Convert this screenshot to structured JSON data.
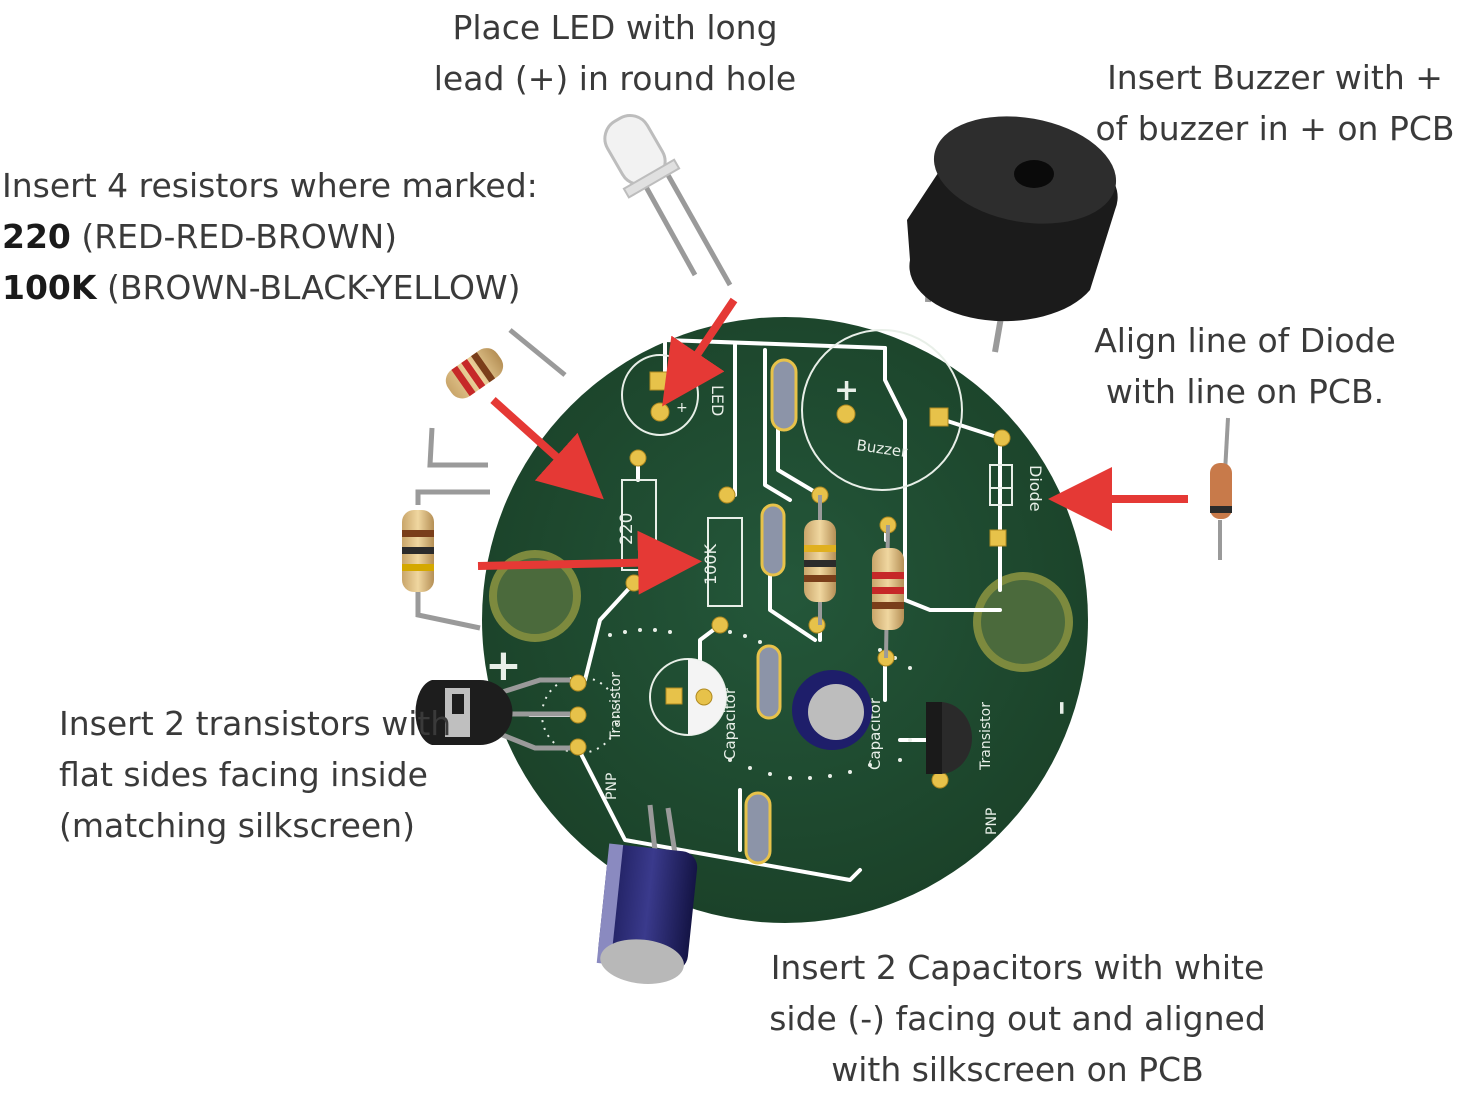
{
  "notes": {
    "led": [
      "Place LED with long",
      "lead (+) in round hole"
    ],
    "buzzer": [
      "Insert Buzzer with +",
      "of buzzer in + on PCB"
    ],
    "resistors": {
      "line1": "Insert 4 resistors where marked:",
      "r220_value": "220",
      "r220_colors": " (RED-RED-BROWN)",
      "r100k_value": "100K",
      "r100k_colors": " (BROWN-BLACK-YELLOW)"
    },
    "diode": [
      "Align line of Diode",
      "with line on PCB."
    ],
    "transistors": [
      "Insert 2 transistors with",
      "flat sides facing inside",
      "(matching silkscreen)"
    ],
    "capacitors": [
      "Insert 2 Capacitors with white",
      "side (-) facing out and aligned",
      "with silkscreen on PCB"
    ]
  },
  "silkscreen": {
    "led": "LED",
    "buzzer": "Buzzer",
    "diode": "Diode",
    "r220": "220",
    "r100k": "100K",
    "capacitor_1": "Capacitor",
    "capacitor_2": "Capacitor",
    "transistor_1": "Transistor",
    "transistor_2": "Transistor",
    "pnp_1": "PNP",
    "pnp_2": "PNP",
    "plus_buzzer": "+",
    "plus_led": "+",
    "plus_board": "+",
    "minus_board": "-"
  },
  "colors": {
    "pcb": "#1f4b2e",
    "trace": "#ffffff",
    "pad": "#e7c24a",
    "arrow": "#e53935",
    "text": "#3a3a3a"
  }
}
